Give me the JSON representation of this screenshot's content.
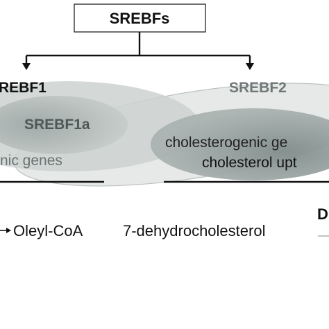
{
  "top_box": {
    "label": "SREBFs"
  },
  "left_branch": {
    "label": "REBF1"
  },
  "right_branch": {
    "label": "SREBF2"
  },
  "isoform": {
    "label": "SREBF1a"
  },
  "left_genes": {
    "label": "nic genes"
  },
  "right_genes": {
    "line1": "cholesterogenic ge",
    "line2": "cholesterol upt"
  },
  "products": {
    "oleyl": "Oleyl-CoA",
    "sterol": "7-dehydrocholesterol",
    "cut_letter": "D"
  },
  "colors": {
    "ellipse_light": "#e3e6e5",
    "ellipse_mid": "#b4bcba",
    "ellipse_dark": "#8a9593",
    "text_dark": "#111111",
    "text_gray": "#5e6766",
    "srebf2_text": "#6f7877"
  }
}
